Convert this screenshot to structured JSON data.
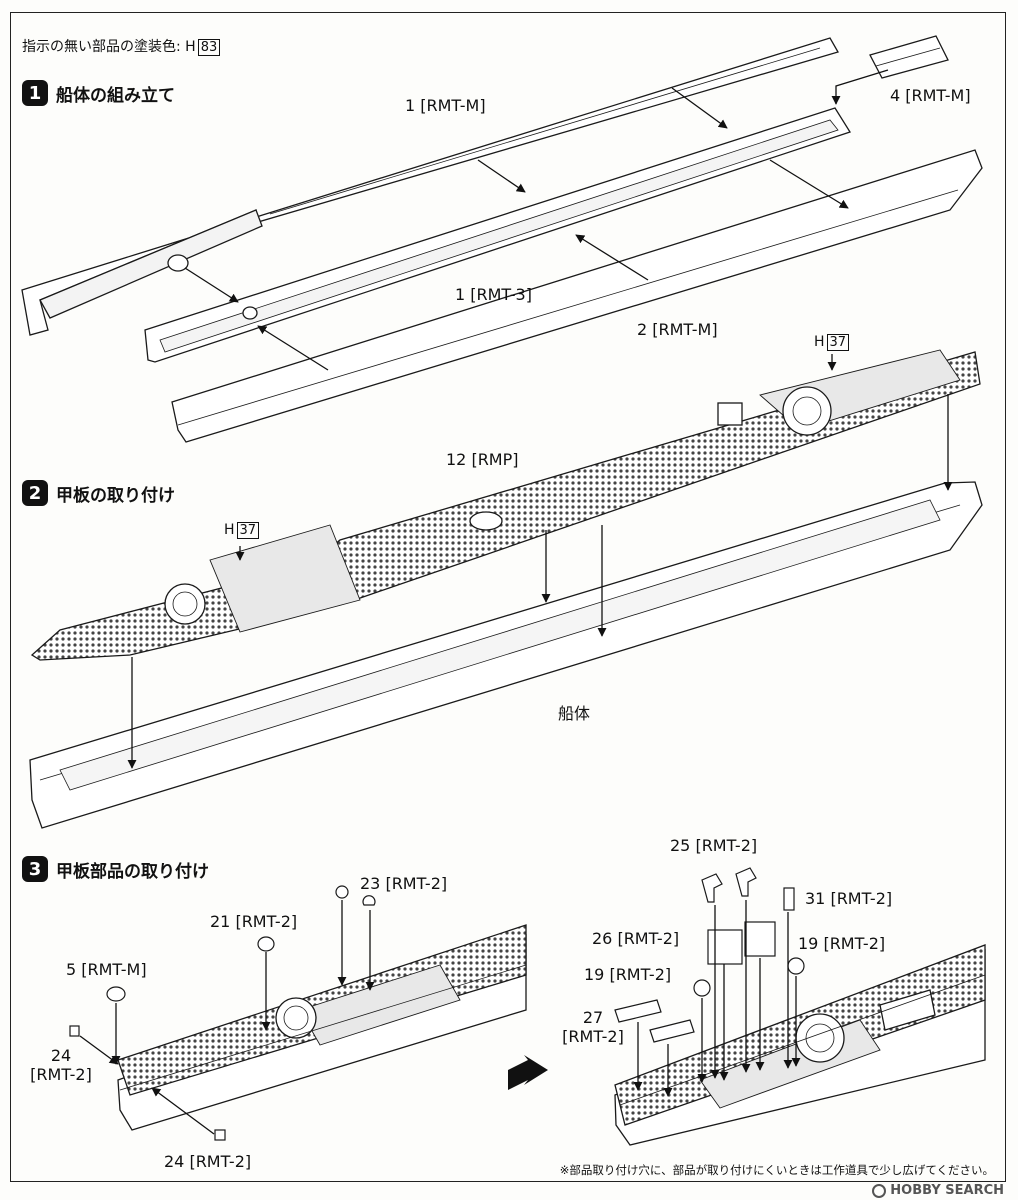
{
  "header": {
    "paint_note_prefix": "指示の無い部品の塗装色: H",
    "paint_note_code": "83"
  },
  "steps": [
    {
      "number": "1",
      "title": "船体の組み立て"
    },
    {
      "number": "2",
      "title": "甲板の取り付け"
    },
    {
      "number": "3",
      "title": "甲板部品の取り付け"
    }
  ],
  "step1_labels": {
    "part_1_rmt_m": "1 [RMT-M]",
    "part_4_rmt_m": "4 [RMT-M]",
    "part_1_rmt_3": "1 [RMT-3]",
    "part_2_rmt_m": "2 [RMT-M]",
    "color_h37_prefix": "H",
    "color_h37_code": "37"
  },
  "step2_labels": {
    "part_12_rmp": "12 [RMP]",
    "color_h37_prefix": "H",
    "color_h37_code": "37",
    "hull_label": "船体"
  },
  "step3_labels": {
    "part_23": "23 [RMT-2]",
    "part_21": "21 [RMT-2]",
    "part_5": "5 [RMT-M]",
    "part_24_top_line1": "24",
    "part_24_top_line2": "[RMT-2]",
    "part_24_bottom": "24 [RMT-2]",
    "part_25": "25 [RMT-2]",
    "part_31": "31 [RMT-2]",
    "part_26": "26 [RMT-2]",
    "part_19_right": "19 [RMT-2]",
    "part_19_left": "19 [RMT-2]",
    "part_27_line1": "27",
    "part_27_line2": "[RMT-2]"
  },
  "footnote": "※部品取り付け穴に、部品が取り付けにくいときは工作道具で少し広げてください。",
  "watermark": "HOBBY SEARCH",
  "colors": {
    "line": "#1a1a1a",
    "deck_dot": "#333333",
    "paper": "#fdfdfb"
  },
  "icons": [
    "arrow-right-icon",
    "hobby-search-logo-icon"
  ]
}
